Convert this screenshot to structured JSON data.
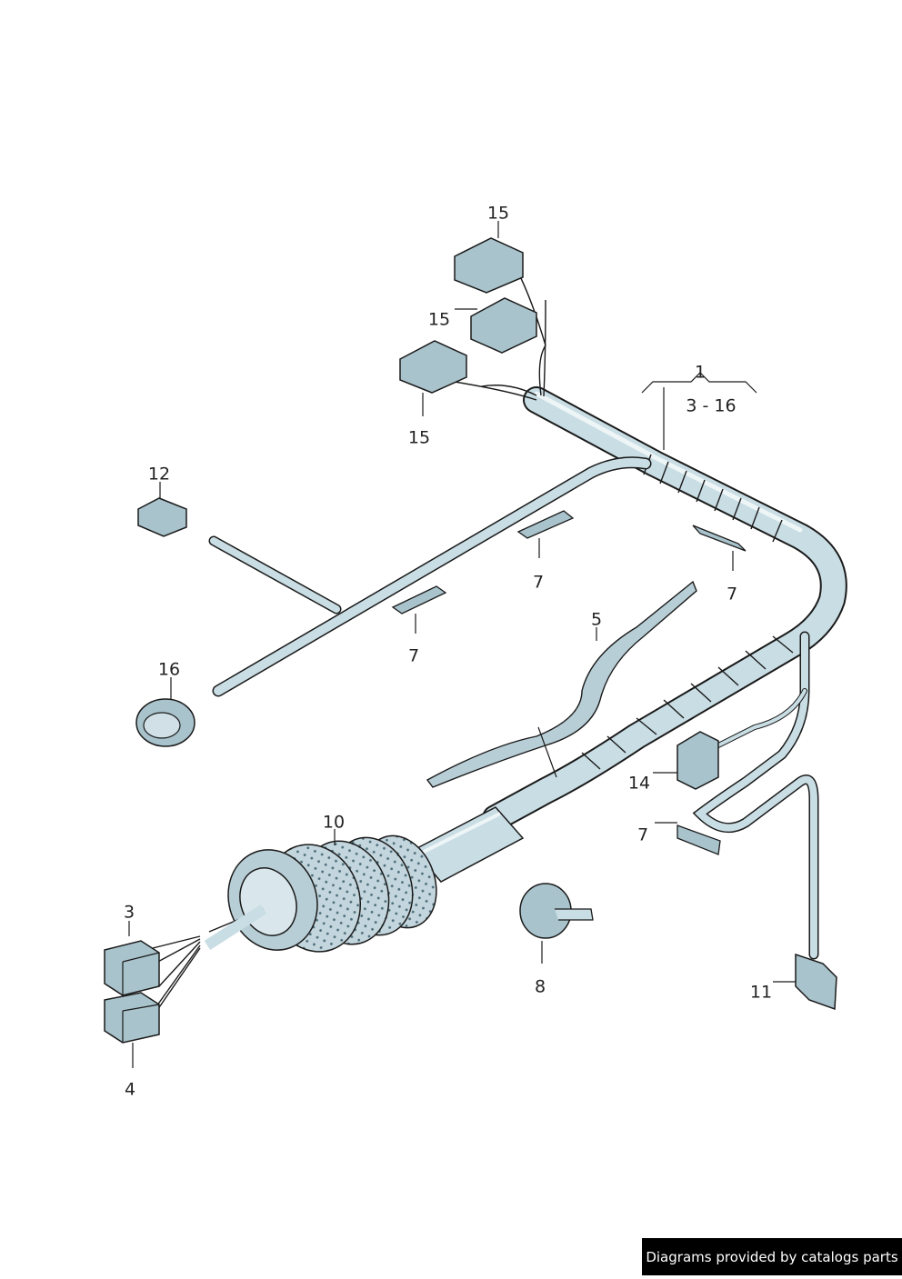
{
  "diagram": {
    "callouts": [
      "15",
      "15",
      "15",
      "1",
      "3 - 16",
      "12",
      "7",
      "7",
      "7",
      "5",
      "16",
      "14",
      "7",
      "10",
      "3",
      "8",
      "11",
      "4"
    ],
    "credit": "Diagrams provided by catalogs parts"
  },
  "colors": {
    "harness": "#c9dde4",
    "connector": "#a9c3cc",
    "outline": "#1a1a1a",
    "credit_bg": "#000000"
  }
}
